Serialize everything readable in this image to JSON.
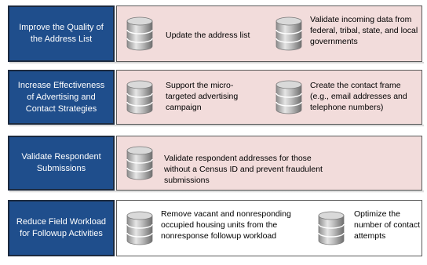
{
  "rows": [
    {
      "label": "Improve the Quality of the Address List",
      "items": [
        "Update the address list",
        "Validate incoming data from federal, tribal, state, and local governments"
      ]
    },
    {
      "label": "Increase Effectiveness of Advertising and Contact Strategies",
      "items": [
        "Support the micro-targeted advertising campaign",
        "Create the contact frame (e.g., email addresses and telephone numbers)"
      ]
    },
    {
      "label": "Validate Respondent Submissions",
      "items": [
        "Validate respondent addresses for those without a Census ID and prevent fraudulent submissions"
      ]
    },
    {
      "label": "Reduce Field Workload for Followup Activities",
      "items": [
        "Remove vacant and nonresponding occupied housing units from the nonresponse followup workload",
        "Optimize the number of contact attempts"
      ]
    }
  ],
  "colors": {
    "label_bg": "#1f4e8c",
    "content_bg": "#f2dcdb",
    "icon": "database-icon"
  }
}
